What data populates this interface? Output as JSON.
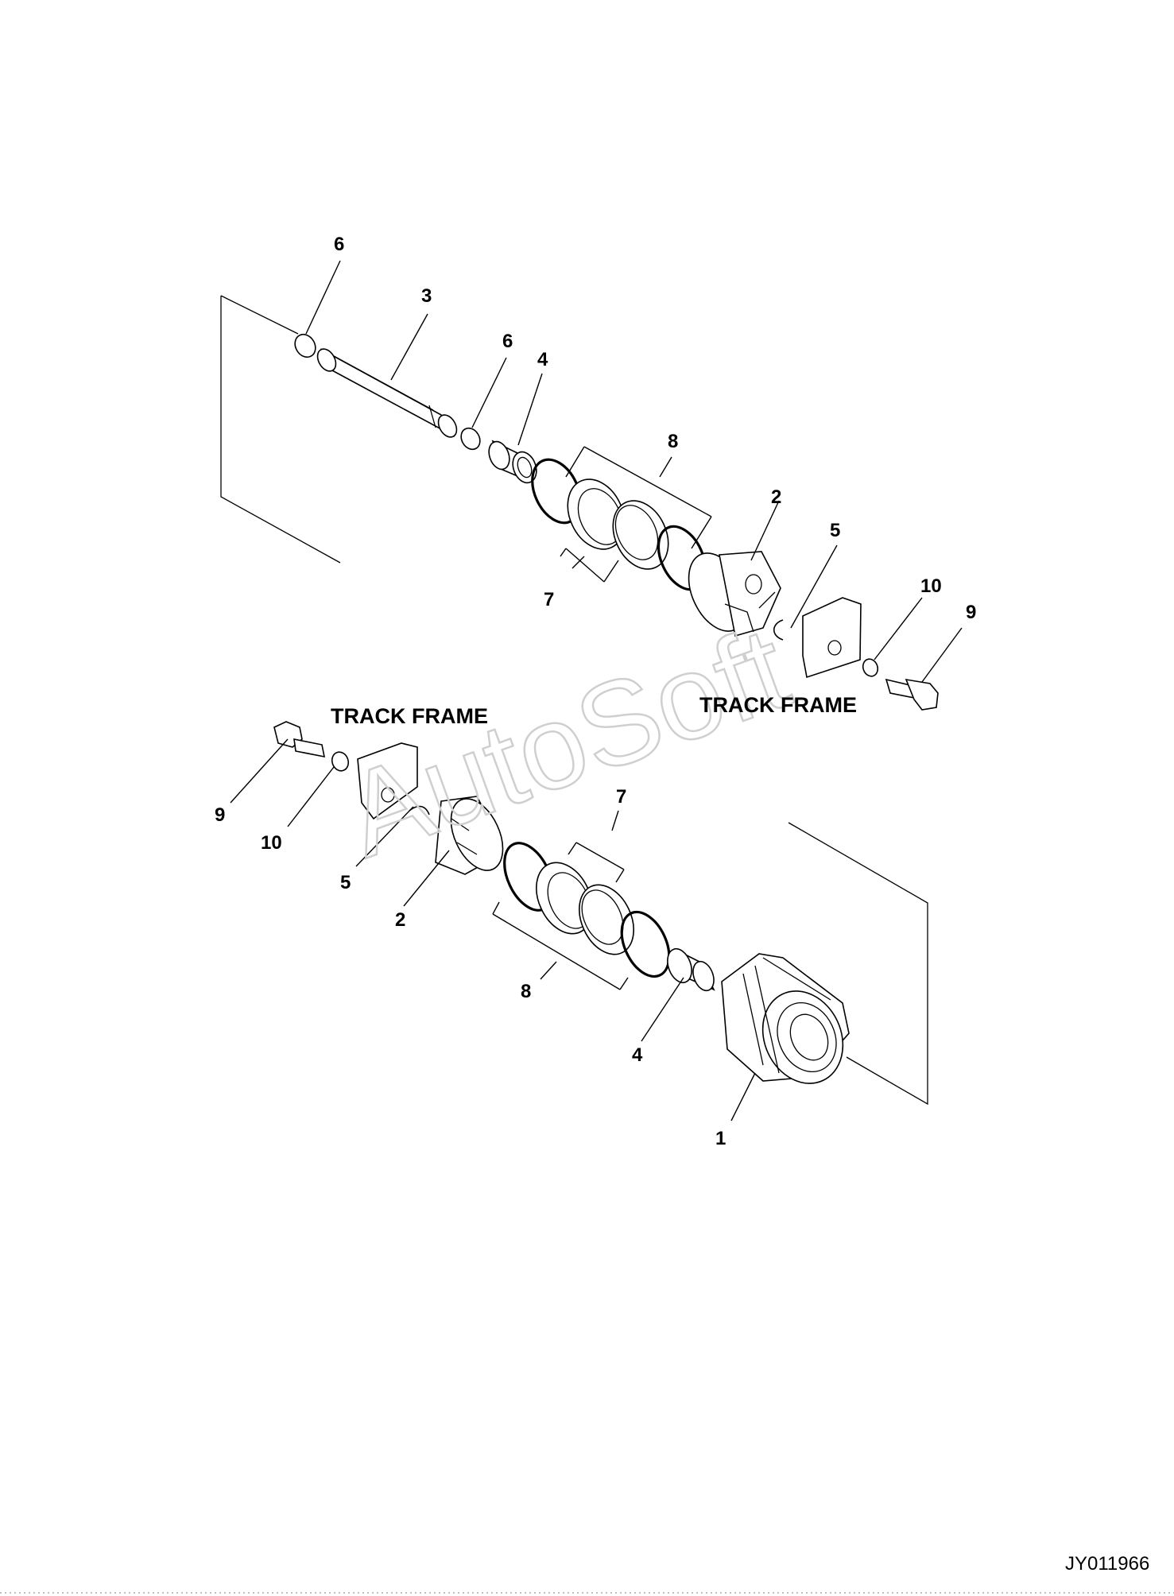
{
  "diagram": {
    "watermark": "AutoSoft",
    "drawing_code": "JY011966",
    "frame_labels": {
      "upper_right": "TRACK FRAME",
      "lower_left": "TRACK FRAME"
    },
    "callouts": {
      "top_6a": "6",
      "top_3": "3",
      "top_6b": "6",
      "top_4": "4",
      "top_8": "8",
      "top_7": "7",
      "top_2": "2",
      "top_5": "5",
      "top_10": "10",
      "top_9": "9",
      "bot_9": "9",
      "bot_10": "10",
      "bot_5": "5",
      "bot_2": "2",
      "bot_7": "7",
      "bot_8": "8",
      "bot_4": "4",
      "bot_1": "1"
    }
  }
}
